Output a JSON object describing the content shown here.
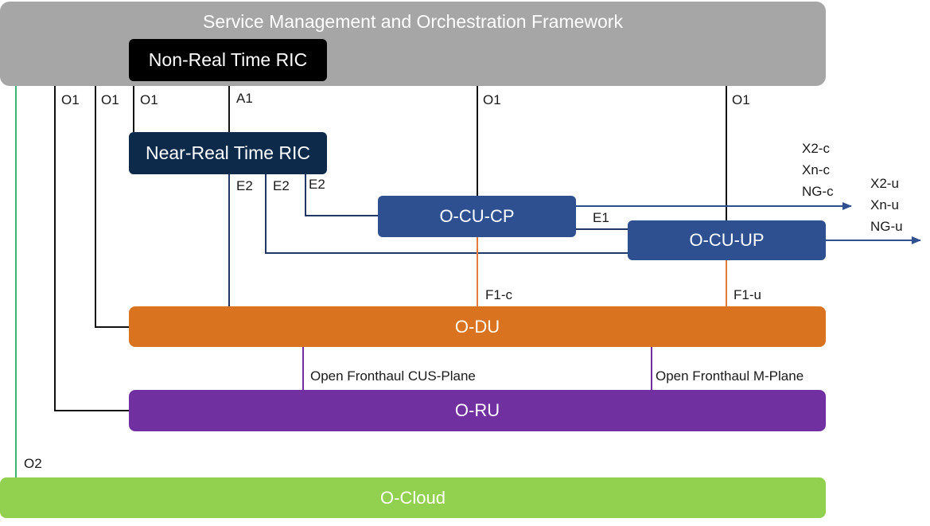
{
  "boxes": {
    "smo": "Service Management and Orchestration Framework",
    "non_rt_ric": "Non-Real Time RIC",
    "near_rt_ric": "Near-Real Time RIC",
    "o_cu_cp": "O-CU-CP",
    "o_cu_up": "O-CU-UP",
    "o_du": "O-DU",
    "o_ru": "O-RU",
    "o_cloud": "O-Cloud"
  },
  "interfaces": {
    "o1_ru": "O1",
    "o1_du": "O1",
    "o1_nearrt": "O1",
    "a1": "A1",
    "o1_cucp": "O1",
    "o1_cuup": "O1",
    "e2_du": "E2",
    "e2_cuup": "E2",
    "e2_cucp": "E2",
    "e1": "E1",
    "f1c": "F1-c",
    "f1u": "F1-u",
    "fh_cus": "Open Fronthaul CUS-Plane",
    "fh_m": "Open Fronthaul M-Plane",
    "o2": "O2",
    "x2c": "X2-c",
    "xnc": "Xn-c",
    "ngc": "NG-c",
    "x2u": "X2-u",
    "xnu": "Xn-u",
    "ngu": "NG-u"
  },
  "colors": {
    "smo": "#a6a6a6",
    "non_rt_ric": "#000000",
    "near_rt_ric": "#0d2a4a",
    "o_cu": "#2e5090",
    "o_du": "#d9731f",
    "o_ru": "#7030a0",
    "o_cloud": "#92d050",
    "f1_line": "#e07b39",
    "fronthaul_line": "#7030a0",
    "o2_line": "#3cb371",
    "e2_line": "#1f3864",
    "arrow": "#2e5090"
  }
}
